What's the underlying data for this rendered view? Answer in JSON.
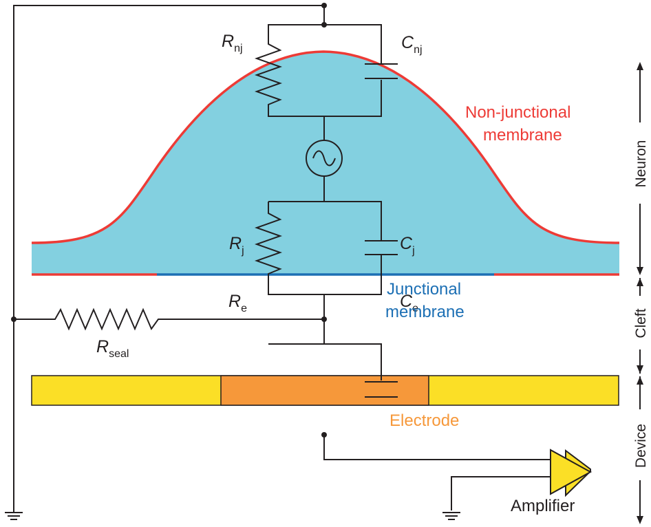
{
  "colors": {
    "neuron_fill": "#83d0e0",
    "nonjunctional_membrane": "#ed3b36",
    "junctional_membrane": "#1c6fb4",
    "device_fill": "#fbdf26",
    "electrode_fill": "#f6983a",
    "amplifier_fill": "#fbdf26",
    "wire": "#231f20"
  },
  "components": {
    "r_nj": {
      "main": "R",
      "sub": "nj"
    },
    "c_nj": {
      "main": "C",
      "sub": "nj"
    },
    "r_j": {
      "main": "R",
      "sub": "j"
    },
    "c_j": {
      "main": "C",
      "sub": "j"
    },
    "r_seal": {
      "main": "R",
      "sub": "seal"
    },
    "r_e": {
      "main": "R",
      "sub": "e"
    },
    "c_e": {
      "main": "C",
      "sub": "e"
    }
  },
  "labels": {
    "nonjunctional_line1": "Non-junctional",
    "nonjunctional_line2": "membrane",
    "junctional_line1": "Junctional",
    "junctional_line2": "membrane",
    "electrode": "Electrode",
    "amplifier": "Amplifier"
  },
  "regions": {
    "neuron": "Neuron",
    "cleft": "Cleft",
    "device": "Device"
  },
  "icons": [
    "ac-source-icon",
    "ground-icon",
    "amplifier-icon"
  ]
}
